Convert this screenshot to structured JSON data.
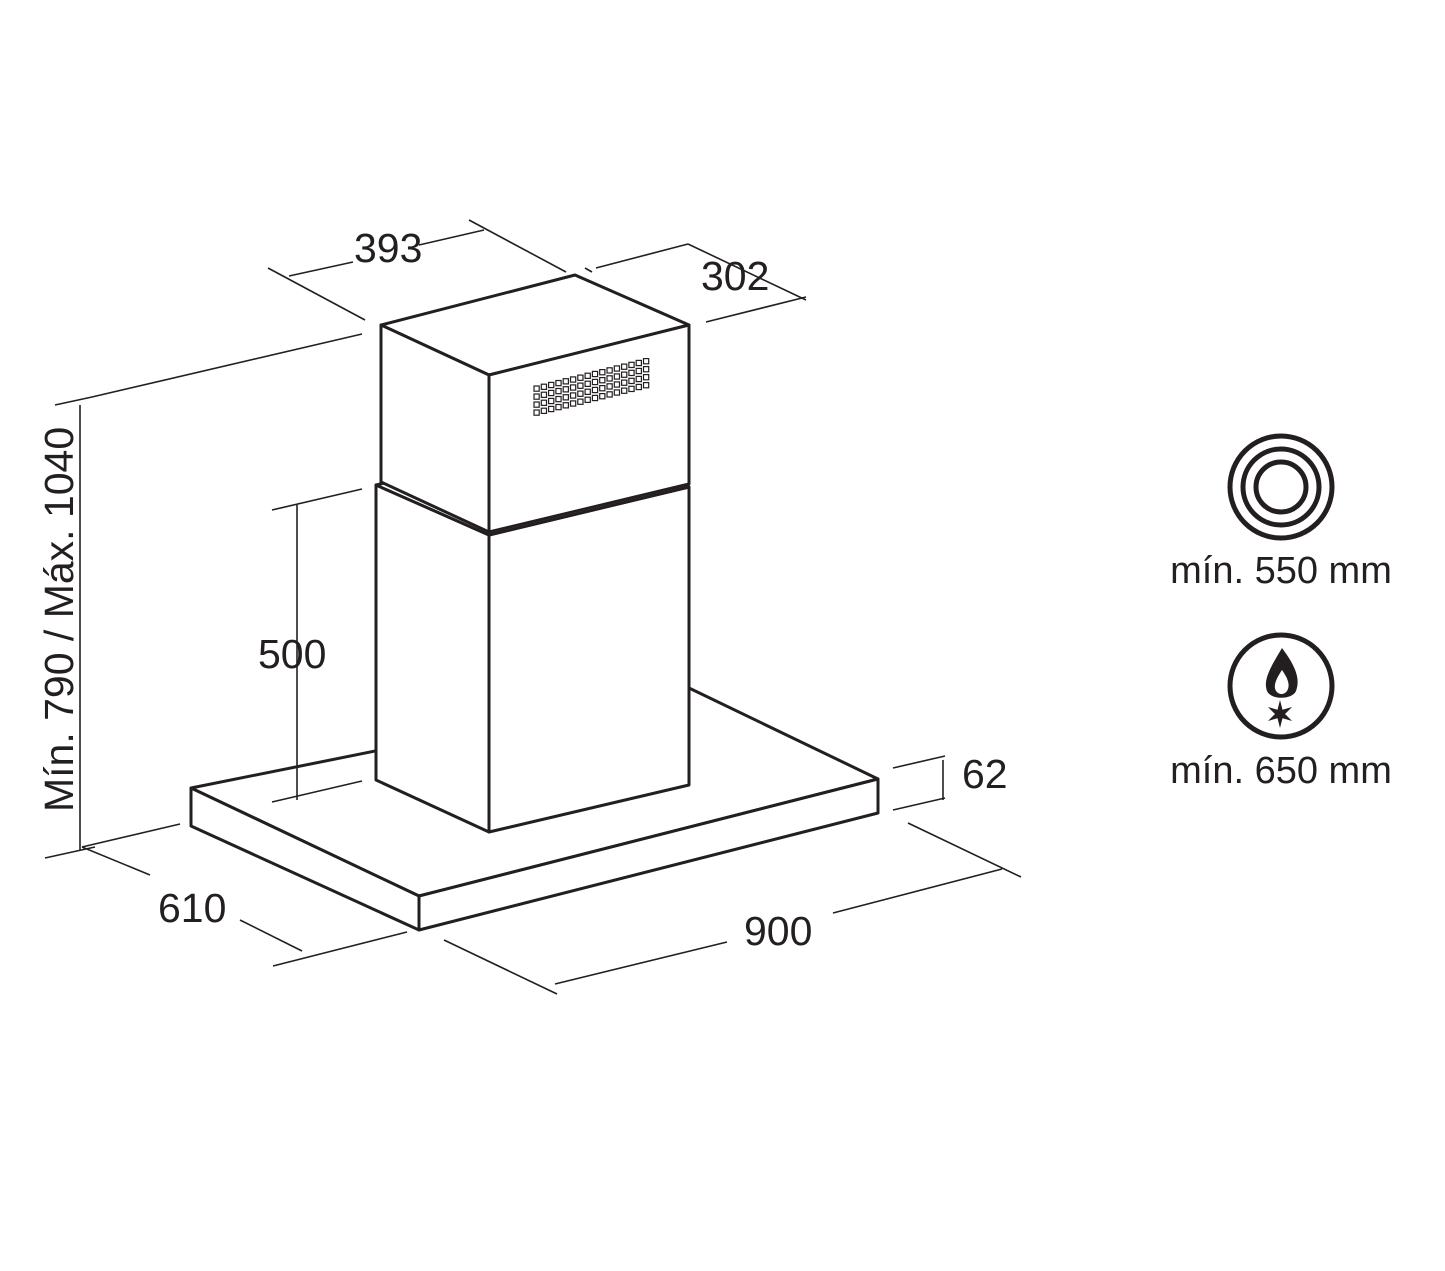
{
  "dimensions": {
    "chimney_width": "393",
    "chimney_depth": "302",
    "height_range": "Mín. 790 / Máx. 1040",
    "lower_chimney_height": "500",
    "canopy_thickness": "62",
    "hood_depth": "610",
    "hood_width": "900"
  },
  "clearances": [
    {
      "icon": "electric-hob-icon",
      "label": "mín. 550 mm"
    },
    {
      "icon": "gas-hob-icon",
      "label": "mín. 650 mm"
    }
  ],
  "colors": {
    "line": "#231f20",
    "background": "#ffffff"
  }
}
